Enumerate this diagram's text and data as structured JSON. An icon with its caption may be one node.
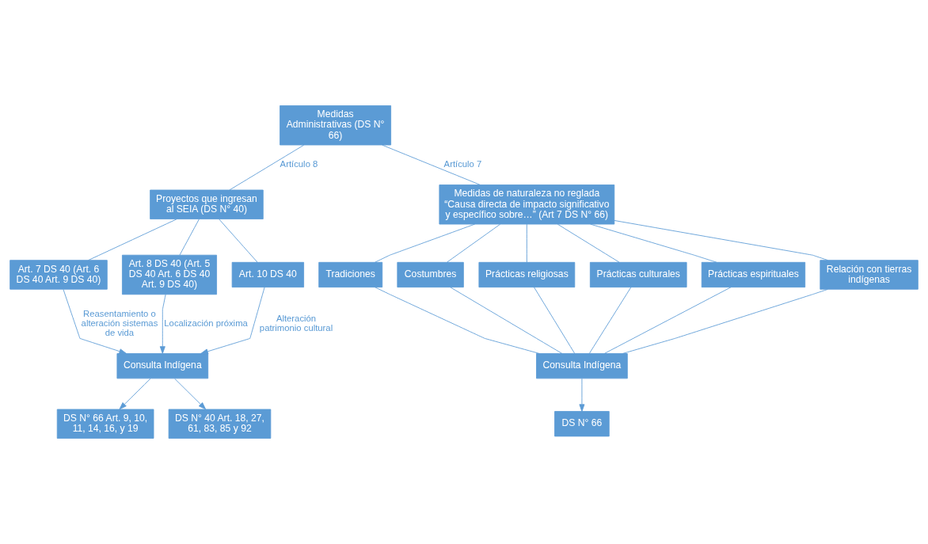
{
  "diagram": {
    "nodes": [
      {
        "text": [
          "Medidas Administrativas (DS N° 66)"
        ]
      },
      {
        "text": [
          "Proyectos que ingresan al SEIA (DS N° 40)"
        ]
      },
      {
        "text": [
          "Medidas de naturaleza no reglada",
          "“Causa directa de impacto significativo y específico sobre…” (Art 7 DS N° 66)"
        ]
      },
      {
        "text": [
          "Art. 7 DS 40 (Art. 6 DS 40 Art. 9 DS 40)"
        ]
      },
      {
        "text": [
          "Art. 8 DS 40 (Art. 5 DS 40 Art. 6 DS 40 Art. 9 DS 40)"
        ]
      },
      {
        "text": [
          "Art. 10 DS 40"
        ]
      },
      {
        "text": [
          "Consulta Indígena"
        ]
      },
      {
        "text": [
          "DS N° 66 Art. 9, 10, 11, 14, 16, y 19"
        ]
      },
      {
        "text": [
          "DS N° 40 Art. 18, 27, 61, 83, 85 y 92"
        ]
      },
      {
        "text": [
          "Tradiciones"
        ]
      },
      {
        "text": [
          "Costumbres"
        ]
      },
      {
        "text": [
          "Prácticas religiosas"
        ]
      },
      {
        "text": [
          "Prácticas culturales"
        ]
      },
      {
        "text": [
          "Prácticas espirituales"
        ]
      },
      {
        "text": [
          "Relación con tierras indígenas"
        ]
      },
      {
        "text": [
          "Consulta Indígena"
        ]
      },
      {
        "text": [
          "DS N° 66"
        ]
      }
    ],
    "edges": [
      {
        "from": 0,
        "to": 1,
        "arrow": "none",
        "label": "Artículo 8"
      },
      {
        "from": 0,
        "to": 2,
        "arrow": "none",
        "label": "Artículo 7"
      },
      {
        "from": 1,
        "to": 3,
        "arrow": "none"
      },
      {
        "from": 1,
        "to": 4,
        "arrow": "none"
      },
      {
        "from": 1,
        "to": 5,
        "arrow": "none"
      },
      {
        "from": 3,
        "to": 6,
        "arrow": "to",
        "label": "Reasentamiento o alteración sistemas de vida"
      },
      {
        "from": 4,
        "to": 6,
        "arrow": "to",
        "label": "Localización próxima"
      },
      {
        "from": 5,
        "to": 6,
        "arrow": "to",
        "label": "Alteración patrimonio cultural"
      },
      {
        "from": 6,
        "to": 7,
        "arrow": "to"
      },
      {
        "from": 6,
        "to": 8,
        "arrow": "to"
      },
      {
        "from": 2,
        "to": 9,
        "arrow": "none"
      },
      {
        "from": 2,
        "to": 10,
        "arrow": "none"
      },
      {
        "from": 2,
        "to": 11,
        "arrow": "none"
      },
      {
        "from": 2,
        "to": 12,
        "arrow": "none"
      },
      {
        "from": 2,
        "to": 13,
        "arrow": "none"
      },
      {
        "from": 2,
        "to": 14,
        "arrow": "none"
      },
      {
        "from": 9,
        "to": 15,
        "arrow": "none"
      },
      {
        "from": 10,
        "to": 15,
        "arrow": "none"
      },
      {
        "from": 11,
        "to": 15,
        "arrow": "none"
      },
      {
        "from": 12,
        "to": 15,
        "arrow": "none"
      },
      {
        "from": 13,
        "to": 15,
        "arrow": "none"
      },
      {
        "from": 14,
        "to": 15,
        "arrow": "none"
      },
      {
        "from": 15,
        "to": 16,
        "arrow": "to"
      }
    ]
  }
}
